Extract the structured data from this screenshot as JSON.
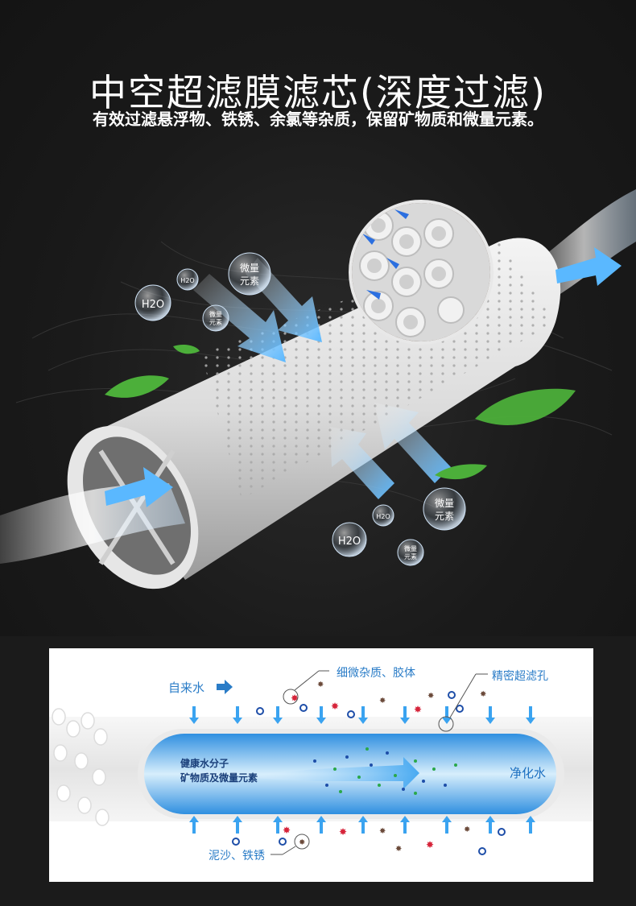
{
  "title": "中空超滤膜滤芯(深度过滤)",
  "subtitle": "有效过滤悬浮物、铁锈、余氯等杂质，保留矿物质和微量元素。",
  "bubbles": {
    "h2o": "H2O",
    "trace_line1": "微量",
    "trace_line2": "元素"
  },
  "diagram": {
    "inlet_label": "自来水",
    "impurity_label": "细微杂质、胶体",
    "pore_label": "精密超滤孔",
    "inner_line1": "健康水分子",
    "inner_line2": "矿物质及微量元素",
    "outlet_label": "净化水",
    "sediment_label": "泥沙、铁锈"
  },
  "colors": {
    "accent_blue": "#2a7cc7",
    "arrow_blue": "#3aa3f0",
    "impurity_red": "#d6243a",
    "leaf_green": "#4caf3a"
  }
}
